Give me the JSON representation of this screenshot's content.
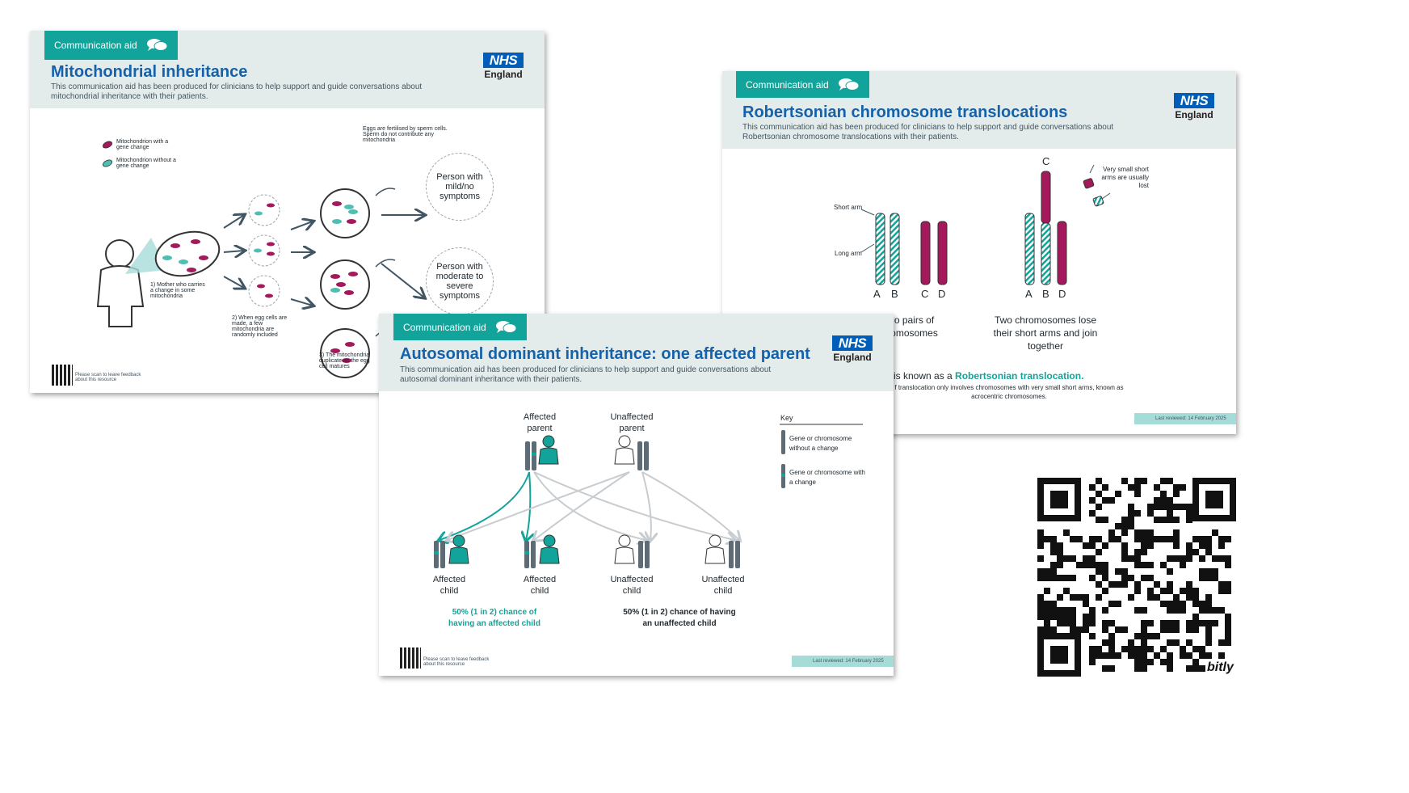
{
  "cards": {
    "mito": {
      "tag": "Communication aid",
      "title": "Mitochondrial inheritance",
      "intro": "This communication aid has been produced for clinicians to help support and guide conversations about mitochondrial inheritance with their patients.",
      "logo_text": "NHS",
      "logo_sub": "England",
      "key_with": "Mitochondrion with a gene change",
      "key_without": "Mitochondrion without a gene change",
      "note_sperm": "Eggs are fertilised by sperm cells. Sperm do not contribute any mitochondria",
      "outcome_mild": "Person with mild/no symptoms",
      "outcome_severe": "Person with moderate to severe symptoms",
      "step1": "1) Mother who carries a change in some mitochondria",
      "step2": "2) When egg cells are made, a few mitochondria are randomly included",
      "step3": "3) The mitochondria duplicate as the egg cell matures",
      "feedback": "Please scan to leave feedback about this resource"
    },
    "robert": {
      "tag": "Communication aid",
      "title": "Robertsonian chromosome translocations",
      "intro": "This communication aid has been produced for clinicians to help support and guide conversations about Robertsonian chromosome translocations with their patients.",
      "logo_text": "NHS",
      "logo_sub": "England",
      "short_arm": "Short arm",
      "long_arm": "Long arm",
      "letters_left": [
        "A",
        "B",
        "C",
        "D"
      ],
      "letters_right": [
        "A",
        "B",
        "D"
      ],
      "letter_c_top": "C",
      "lost_note": "Very small short arms are usually lost",
      "pairs_caption": "o pairs of omosomes",
      "lose_caption": "Two chromosomes lose their short arms and join together",
      "known_prefix": "is is known as a ",
      "known_term": "Robertsonian translocation.",
      "known_sub": "f translocation only involves chromosomes with very small short arms, known as acrocentric chromosomes.",
      "reviewed": "Last reviewed: 14 February 2025"
    },
    "auto": {
      "tag": "Communication aid",
      "title": "Autosomal dominant inheritance: one affected parent",
      "intro": "This communication aid has been produced for clinicians to help support and guide conversations about autosomal dominant inheritance with their patients.",
      "logo_text": "NHS",
      "logo_sub": "England",
      "parent_affected": "Affected parent",
      "parent_unaffected": "Unaffected parent",
      "children": [
        "Affected child",
        "Affected child",
        "Unaffected child",
        "Unaffected child"
      ],
      "chance_affected": "50% (1 in 2) chance of having an affected child",
      "chance_unaffected": "50% (1 in 2) chance of having an unaffected child",
      "key_title": "Key",
      "key_without": "Gene or chromosome without a change",
      "key_with": "Gene or chromosome with a change",
      "feedback": "Please scan to leave feedback about this resource",
      "reviewed": "Last reviewed: 14 February 2025"
    }
  },
  "qr_caption": "bitly",
  "colors": {
    "teal": "#12a49a",
    "magenta": "#a3195b",
    "nhs_blue": "#005eb8",
    "title_blue": "#1561aa",
    "header_grey": "#e4eceb"
  }
}
